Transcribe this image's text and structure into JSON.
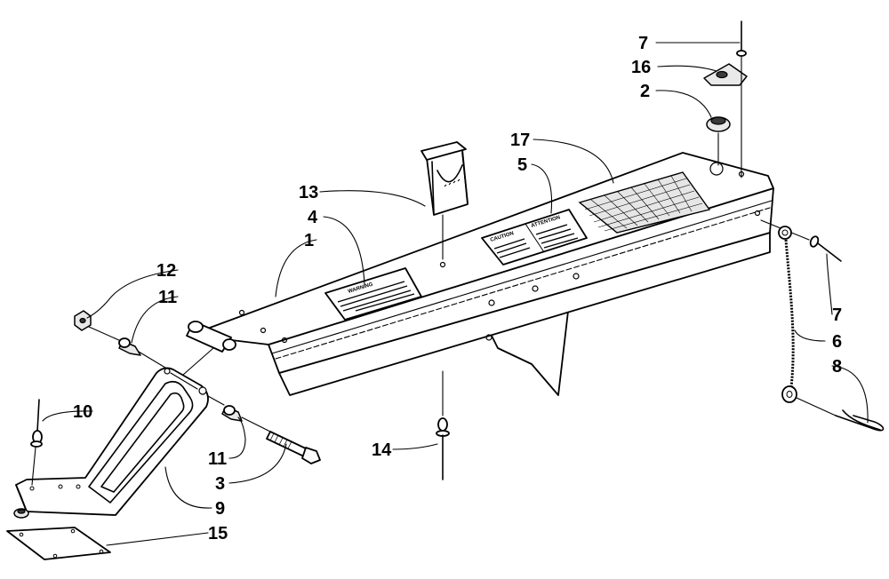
{
  "callouts": [
    {
      "id": "1",
      "label": "1"
    },
    {
      "id": "2",
      "label": "2"
    },
    {
      "id": "3",
      "label": "3"
    },
    {
      "id": "4",
      "label": "4"
    },
    {
      "id": "5",
      "label": "5"
    },
    {
      "id": "6",
      "label": "6"
    },
    {
      "id": "7a",
      "label": "7"
    },
    {
      "id": "7b",
      "label": "7"
    },
    {
      "id": "8",
      "label": "8"
    },
    {
      "id": "9",
      "label": "9"
    },
    {
      "id": "10",
      "label": "10"
    },
    {
      "id": "11a",
      "label": "11"
    },
    {
      "id": "11b",
      "label": "11"
    },
    {
      "id": "12",
      "label": "12"
    },
    {
      "id": "13",
      "label": "13"
    },
    {
      "id": "14",
      "label": "14"
    },
    {
      "id": "15",
      "label": "15"
    },
    {
      "id": "16",
      "label": "16"
    },
    {
      "id": "17",
      "label": "17"
    }
  ],
  "decals": {
    "left": {
      "title": "WARNING"
    },
    "right": {
      "title": "CAUTION",
      "title2": "ATTENTION"
    }
  }
}
